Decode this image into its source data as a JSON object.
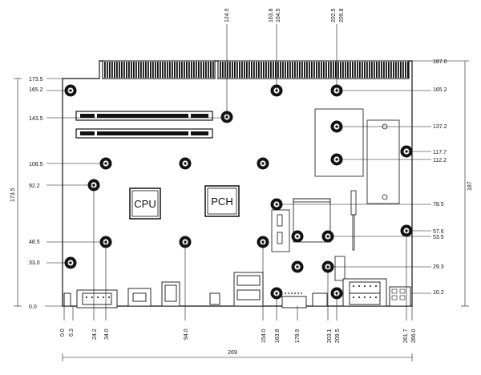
{
  "board": {
    "chip_cpu": "CPU",
    "chip_pch": "PCH"
  },
  "top_labels": {
    "v124": "124.0",
    "v1638": "163.8",
    "v1645": "164.5",
    "v2025": "202.5",
    "v2098": "209.8"
  },
  "left_labels": {
    "v1735": "173.5",
    "v1652": "165.2",
    "v1435": "143.5",
    "v1085": "108.5",
    "v922": "92.2",
    "v485": "48.5",
    "v330": "33.0",
    "v00": "0.0",
    "height": "173.5"
  },
  "right_labels": {
    "v1870": "187.0",
    "v1652": "165.2",
    "v1372": "137.2",
    "v1177": "117.7",
    "v1122": "112.2",
    "v785": "78.5",
    "v576": "57.6",
    "v535": "53.5",
    "v293": "29.3",
    "v102": "10.2",
    "height": "187"
  },
  "bottom_labels": {
    "v00": "0.0",
    "v63": "6.3",
    "v242": "24.2",
    "v340": "34.0",
    "v940": "94.0",
    "v1540": "154.0",
    "v1638": "163.8",
    "v1789": "178.9",
    "v2031": "203.1",
    "v2095": "209.5",
    "v2617": "261.7",
    "v2660": "266.0",
    "width": "269"
  }
}
